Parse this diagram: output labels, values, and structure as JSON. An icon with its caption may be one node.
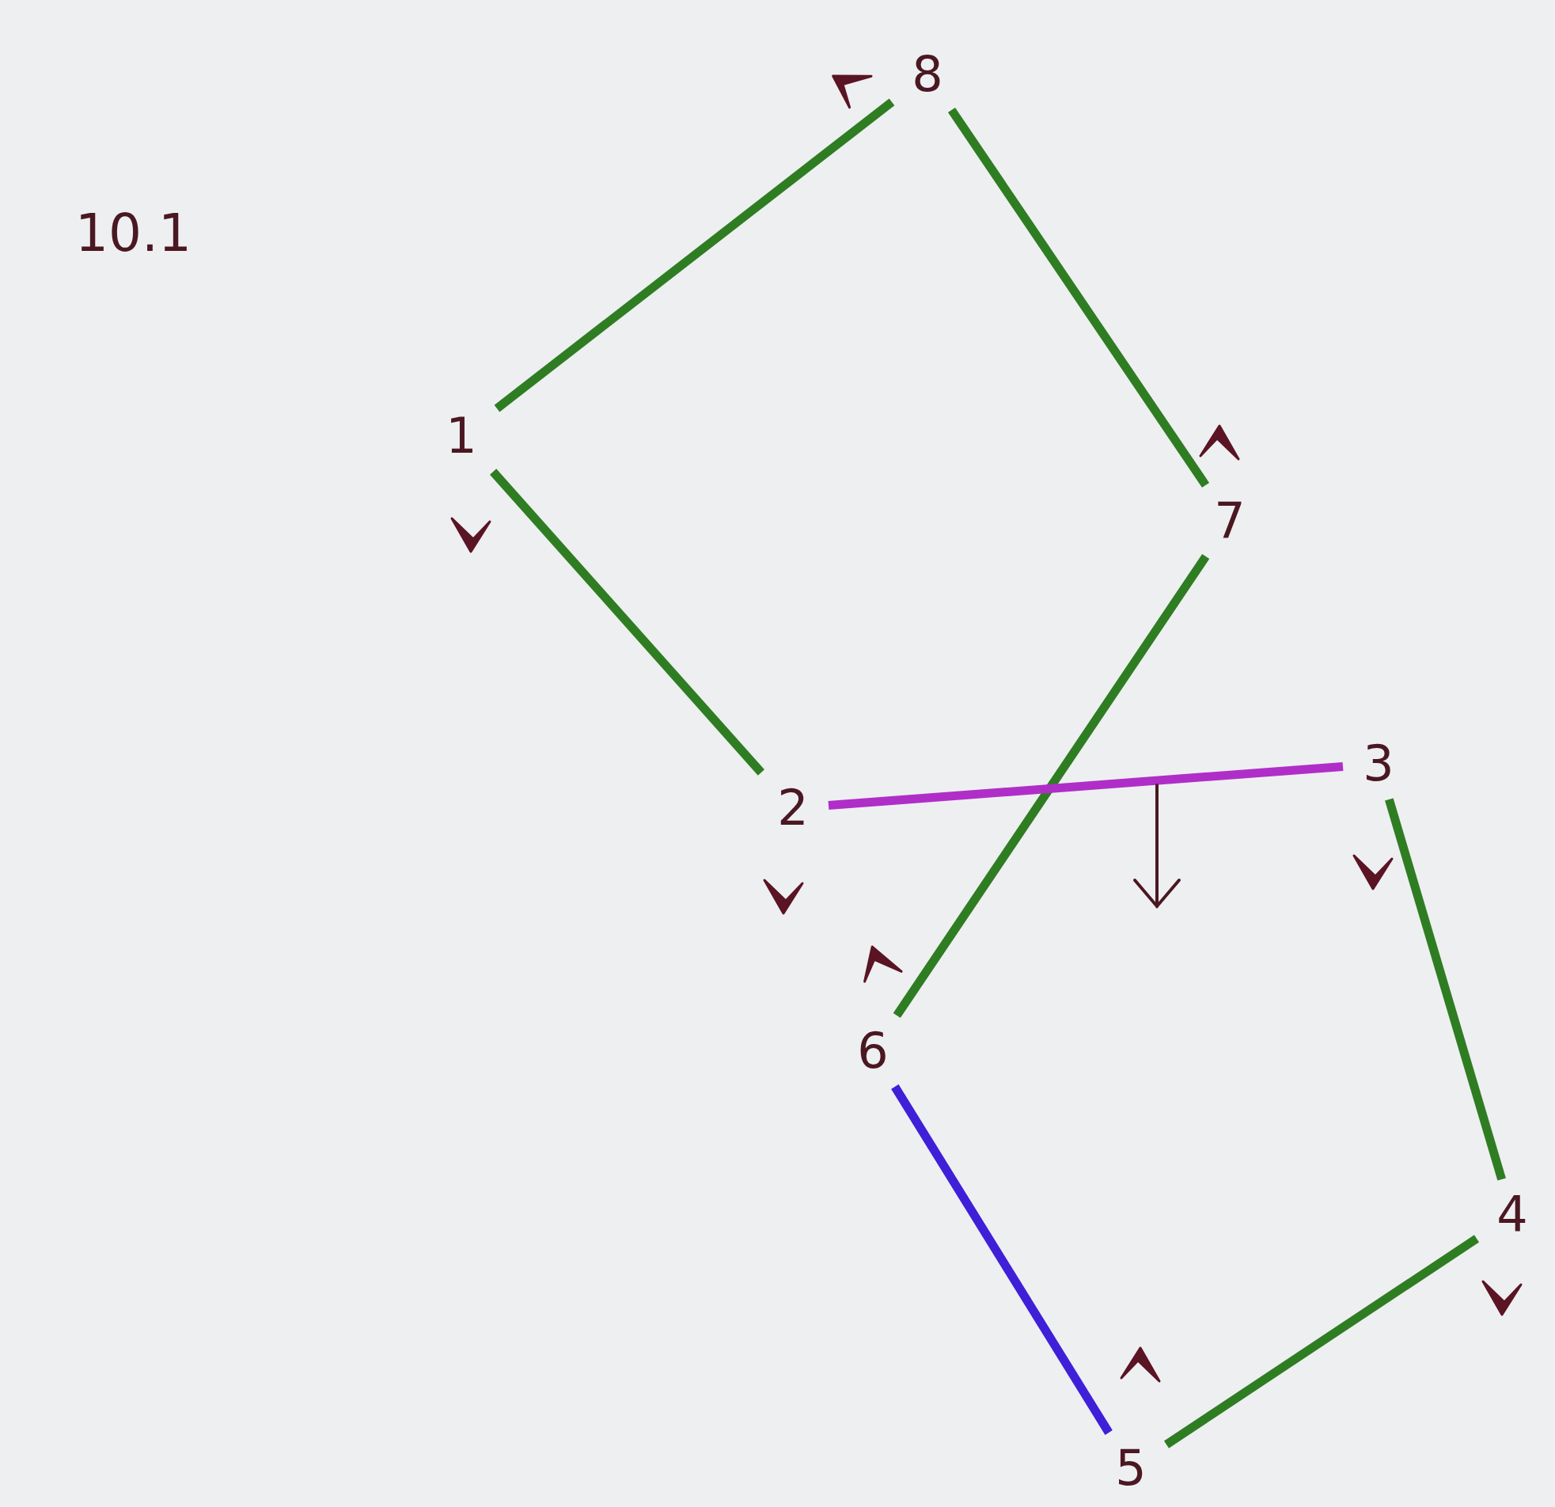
{
  "diagram": {
    "title": "10.1",
    "nodes": [
      {
        "text": [
          "1"
        ]
      },
      {
        "text": [
          "2"
        ]
      },
      {
        "text": [
          "3"
        ]
      },
      {
        "text": [
          "4"
        ]
      },
      {
        "text": [
          "5"
        ]
      },
      {
        "text": [
          "6"
        ]
      },
      {
        "text": [
          "7"
        ]
      },
      {
        "text": [
          "8"
        ]
      }
    ],
    "edges": [
      {
        "from": 0,
        "to": 7,
        "arrow": "none"
      },
      {
        "from": 7,
        "to": 6,
        "arrow": "none"
      },
      {
        "from": 6,
        "to": 5,
        "arrow": "none"
      },
      {
        "from": 0,
        "to": 1,
        "arrow": "none"
      },
      {
        "from": 1,
        "to": 2,
        "arrow": "none",
        "color": "#b02ec8"
      },
      {
        "from": 2,
        "to": 3,
        "arrow": "none"
      },
      {
        "from": 3,
        "to": 4,
        "arrow": "none"
      },
      {
        "from": 4,
        "to": 5,
        "arrow": "none",
        "color": "#3f1fd8"
      }
    ]
  }
}
